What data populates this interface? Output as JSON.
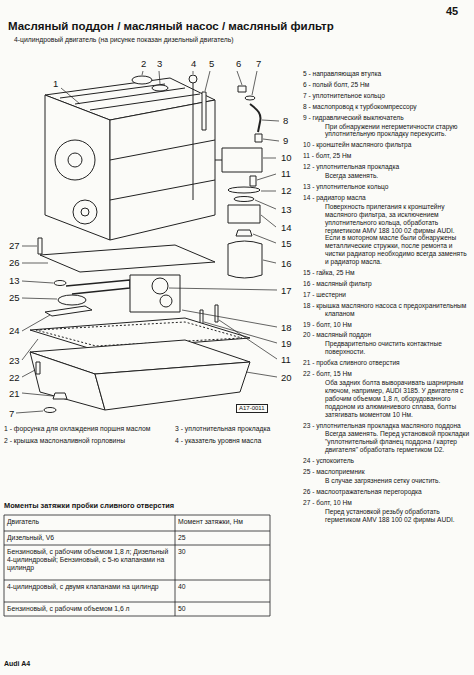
{
  "diagram": {
    "title": "Масляный поддон / масляный насос / масляный фильтр",
    "labels": [
      "45",
      "4-цилиндровый двигатель (на рисунке показан дизельный двигатель)",
      "1",
      "2",
      "3",
      "4",
      "5",
      "6",
      "7",
      "8",
      "9",
      "10",
      "11",
      "12",
      "13",
      "14",
      "15",
      "16",
      "27",
      "26",
      "13",
      "25",
      "24",
      "23",
      "22",
      "21",
      "7",
      "17",
      "18",
      "19",
      "11",
      "20",
      "A17-0011",
      "1 - форсунка для охлаждения поршня маслом",
      "2 - крышка маслоналивной горловины",
      "3 - уплотнительная прокладка",
      "4 - указатель уровня масла",
      "Моменты затяжки пробки сливного отверстия",
      "Двигатель",
      "Момент затяжки, Нм",
      "Дизельный, V6",
      "25",
      "Бензиновый, с рабочим объемом 1,8 л; Дизельный 4-цилиндровый; Бензиновый, с 5-ю клапанами на цилиндр",
      "30",
      "4-цилиндровый, с двумя клапанами на цилиндр",
      "40",
      "Бензиновый, с рабочим объемом 1,6 л",
      "50",
      "5 - направляющая втулка",
      "6 - полый болт, 25 Нм",
      "7 - уплотнительное кольцо",
      "8 - маслопровод к турбокомпрессору",
      "9 - гидравлический выключатель",
      "При обнаружении негерметичности старую уплотнительную прокладку перекусить.",
      "10 - кронштейн масляного фильтра",
      "11 - болт, 25 Нм",
      "12 - уплотнительная прокладка",
      "Всегда заменять.",
      "13 - уплотнительное кольцо",
      "14 - радиатор масла",
      "Поверхность прилегания к кронштейну масляного фильтра, за исключением уплотнительного кольца, обработать герметиком AMV 188 100 02 фирмы AUDI. Если в моторном масле были обнаружены металлические стружки, после ремонта и чистки радиатор необходимо всегда заменять и радиатор масла.",
      "15 - гайка, 25 Нм",
      "16 - масляный фильтр",
      "17 - шестерни",
      "18 - крышка масляного насоса с предохранительным клапаном",
      "19 - болт, 10 Нм",
      "20 - масляный поддон",
      "Предварительно очистить контактные поверхности.",
      "21 - пробка сливного отверстия",
      "22 - болт, 15 Нм",
      "Оба задних болта выворачивать шарнирным ключом, например, AUDI 3185. У двигателя с рабочим объемом 1,8 л, оборудованного поддоном из алюминиевого сплава, болты затягивать моментом 10 Нм.",
      "23 - уплотнительная прокладка масляного поддона",
      "Всегда заменять. Перед установкой прокладки \"уплотнительный фланец поддона / картер двигателя\" обработать герметиком D2.",
      "24 - успокоитель",
      "25 - маслоприемник",
      "В случае загрязнения сетку очистить.",
      "26 - маслоотражательная перегородка",
      "27 - болт, 10 Нм",
      "Перед установкой резьбу обработать герметиком AMV 188 100 02 фирмы AUDI.",
      "Audi A4"
    ]
  }
}
